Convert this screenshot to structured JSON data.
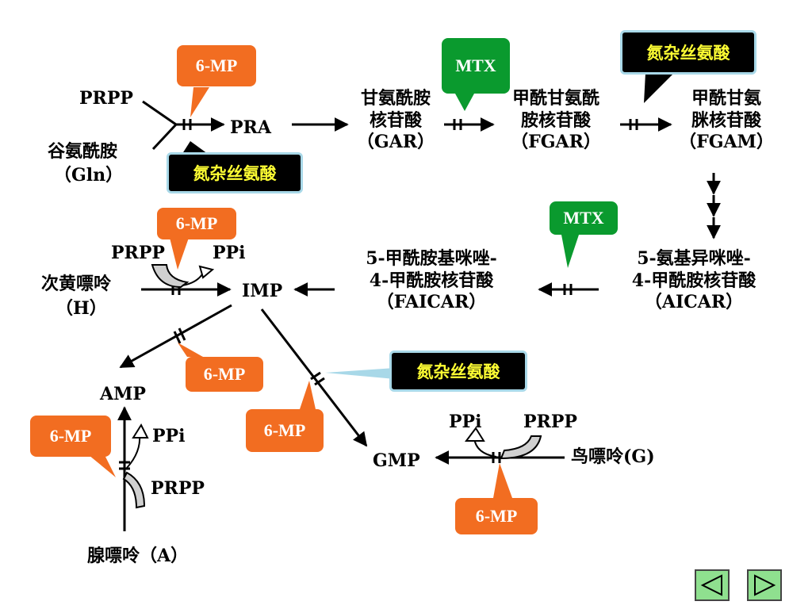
{
  "labels": {
    "prpp_top": "PRPP",
    "gln_1": "谷氨酰胺",
    "gln_2": "（Gln）",
    "pra": "PRA",
    "gar_1": "甘氨酰胺",
    "gar_2": "核苷酸",
    "gar_3": "（GAR）",
    "fgar_1": "甲酰甘氨酰",
    "fgar_2": "胺核苷酸",
    "fgar_3": "（FGAR）",
    "fgam_1": "甲酰甘氨",
    "fgam_2": "脒核苷酸",
    "fgam_3": "（FGAM）",
    "aicar_1": "5-氨基异咪唑-",
    "aicar_2": "4-甲酰胺核苷酸",
    "aicar_3": "（AICAR）",
    "faicar_1": "5-甲酰胺基咪唑-",
    "faicar_2": "4-甲酰胺核苷酸",
    "faicar_3": "（FAICAR）",
    "imp": "IMP",
    "hyp_1": "次黄嘌呤",
    "hyp_2": "（H）",
    "prpp_h": "PRPP",
    "ppi_h": "PPi",
    "amp": "AMP",
    "ppi_a": "PPi",
    "prpp_a": "PRPP",
    "adenine": "腺嘌呤（A）",
    "gmp": "GMP",
    "ppi_g": "PPi",
    "prpp_g": "PRPP",
    "guanine": "鸟嘌呤(G)"
  },
  "inhibitors": {
    "mp_pra": "6-MP",
    "azaserine_pra": "氮杂丝氨酸",
    "mtx_gar": "MTX",
    "azaserine_fgar": "氮杂丝氨酸",
    "mtx_aicar": "MTX",
    "mp_imp": "6-MP",
    "mp_amp_path": "6-MP",
    "azaserine_gmp": "氮杂丝氨酸",
    "mp_gmp_path": "6-MP",
    "mp_adenine": "6-MP",
    "mp_guanine": "6-MP"
  },
  "nav": {
    "prev_icon": "triangle-left-icon",
    "next_icon": "triangle-right-icon"
  },
  "colors": {
    "six_mp": "#f26d21",
    "mtx": "#0a9a2e",
    "azaserine_bg": "#000000",
    "azaserine_text": "#ffff33",
    "nav_button": "#8fe08f"
  }
}
